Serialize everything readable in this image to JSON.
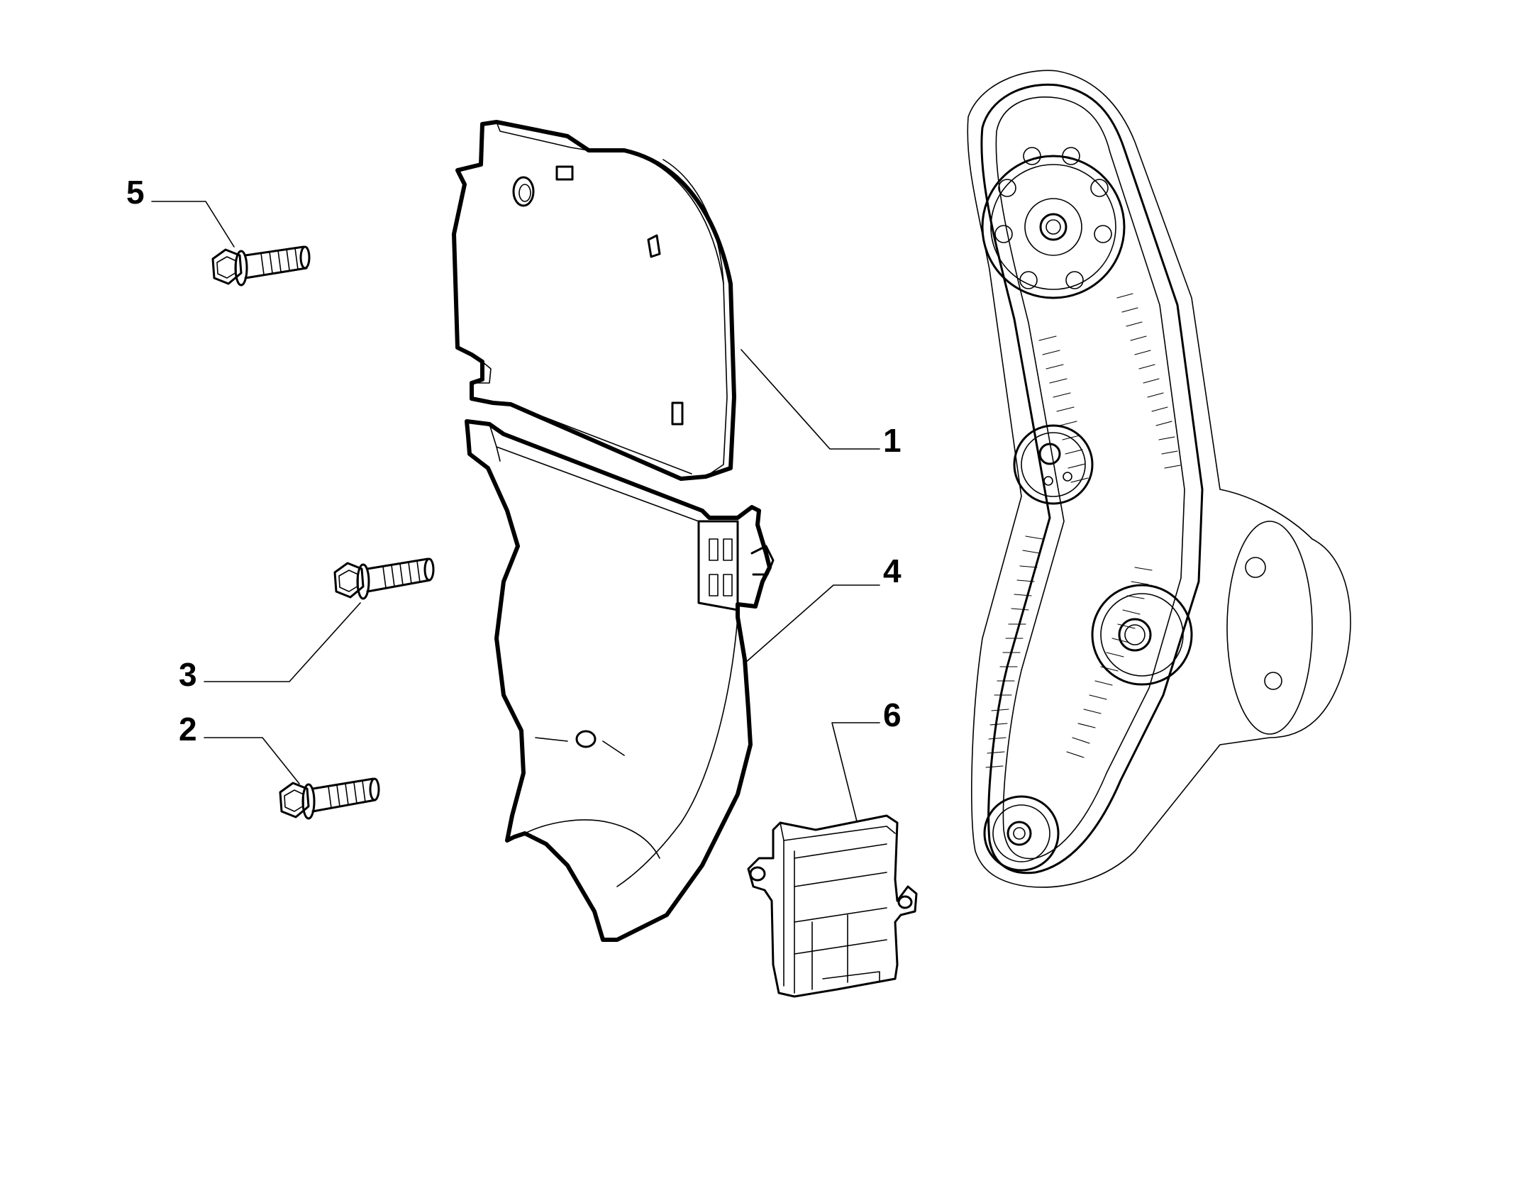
{
  "callouts": [
    {
      "id": "1",
      "label": "1",
      "part": "upper-timing-cover"
    },
    {
      "id": "2",
      "label": "2",
      "part": "flange-bolt-lower"
    },
    {
      "id": "3",
      "label": "3",
      "part": "flange-bolt-middle"
    },
    {
      "id": "4",
      "label": "4",
      "part": "lower-timing-cover"
    },
    {
      "id": "5",
      "label": "5",
      "part": "flange-bolt-upper"
    },
    {
      "id": "6",
      "label": "6",
      "part": "cover-bracket"
    }
  ],
  "colors": {
    "ink": "#000000",
    "background": "#ffffff"
  }
}
